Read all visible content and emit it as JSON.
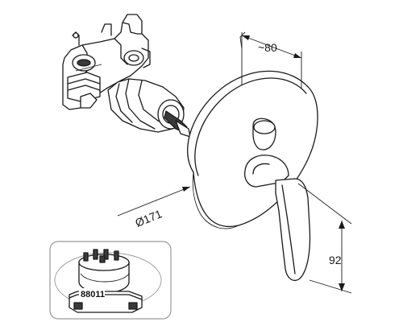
{
  "drawing": {
    "dimensions": {
      "depth": "~80",
      "diameter": "Ø171",
      "height": "92"
    },
    "inset": {
      "part_number": "88011"
    }
  }
}
